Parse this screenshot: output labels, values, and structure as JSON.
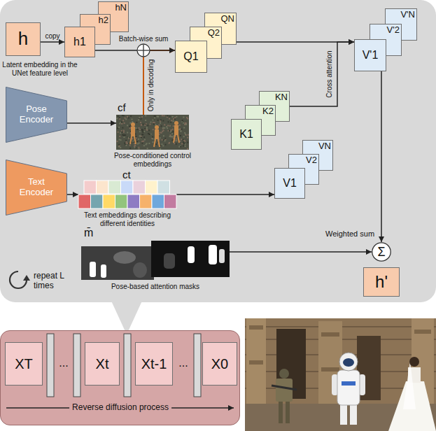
{
  "diagram": {
    "nodes": [
      {
        "text": [
          "repeat L times"
        ]
      },
      {
        "text": [
          "h",
          "Latent embedding in the UNet feature level"
        ],
        "in": 0
      },
      {
        "text": [
          "hN"
        ],
        "in": 0
      },
      {
        "text": [
          "h2"
        ],
        "in": 0
      },
      {
        "text": [
          "h1"
        ],
        "in": 0
      },
      {
        "text": [
          "QN"
        ],
        "in": 0
      },
      {
        "text": [
          "Q2"
        ],
        "in": 0
      },
      {
        "text": [
          "Q1"
        ],
        "in": 0
      },
      {
        "text": [
          "V'N"
        ],
        "in": 0
      },
      {
        "text": [
          "V'2"
        ],
        "in": 0
      },
      {
        "text": [
          "V'1"
        ],
        "in": 0
      },
      {
        "text": [
          "Pose Encoder"
        ],
        "in": 0
      },
      {
        "text": [
          "cf",
          "Pose-conditioned control embeddings"
        ],
        "in": 0
      },
      {
        "text": [
          "KN"
        ],
        "in": 0
      },
      {
        "text": [
          "K2"
        ],
        "in": 0
      },
      {
        "text": [
          "K1"
        ],
        "in": 0
      },
      {
        "text": [
          "Text Encoder"
        ],
        "in": 0
      },
      {
        "text": [
          "ct",
          "Text embeddings describing different identities"
        ],
        "in": 0
      },
      {
        "text": [
          "VN"
        ],
        "in": 0
      },
      {
        "text": [
          "V2"
        ],
        "in": 0
      },
      {
        "text": [
          "V1"
        ],
        "in": 0
      },
      {
        "text": [
          "m̄",
          "Pose-based attention masks"
        ],
        "in": 0
      },
      {
        "text": [
          "Σ"
        ],
        "in": 0
      },
      {
        "text": [
          "h'"
        ],
        "in": 0
      },
      {
        "text": [
          "Reverse diffusion process"
        ]
      },
      {
        "text": [
          "XT"
        ],
        "in": 24
      },
      {
        "text": [
          "Xt"
        ],
        "in": 24
      },
      {
        "text": [
          "Xt-1"
        ],
        "in": 24
      },
      {
        "text": [
          "X0"
        ],
        "in": 24
      }
    ],
    "edges": [
      {
        "from": 1,
        "to": 4,
        "arrow": "to",
        "label": "copy"
      },
      {
        "from": 4,
        "to": 7,
        "arrow": "to"
      },
      {
        "from": 12,
        "to": 7,
        "arrow": "to",
        "label": "Only in decoding"
      },
      {
        "from": 11,
        "to": 12,
        "arrow": "to"
      },
      {
        "from": 16,
        "to": 17,
        "arrow": "to"
      },
      {
        "from": 17,
        "to": 20,
        "arrow": "to"
      },
      {
        "from": 5,
        "to": 10,
        "arrow": "to"
      },
      {
        "from": 13,
        "to": 10,
        "arrow": "to",
        "label": "Cross attention"
      },
      {
        "from": 10,
        "to": 22,
        "arrow": "to"
      },
      {
        "from": 21,
        "to": 22,
        "arrow": "to",
        "label": "Weighted sum"
      }
    ],
    "labels": [
      "Batch-wise sum",
      "...",
      "..."
    ]
  }
}
